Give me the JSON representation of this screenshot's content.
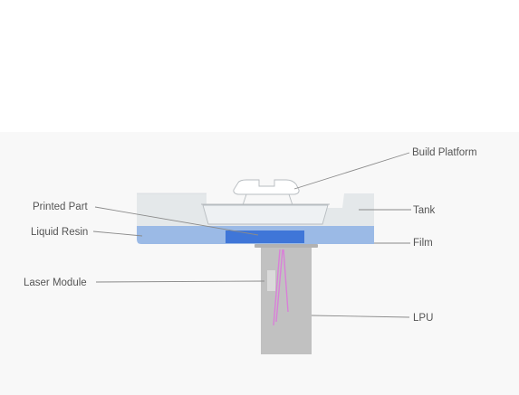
{
  "diagram": {
    "labels": {
      "build_platform": "Build Platform",
      "tank": "Tank",
      "printed_part": "Printed Part",
      "liquid_resin": "Liquid Resin",
      "film": "Film",
      "laser_module": "Laser Module",
      "lpu": "LPU"
    },
    "colors": {
      "background_band": "#f8f8f8",
      "tank": "#e4e8ea",
      "resin": "#9bbae6",
      "printed_part": "#3f76d8",
      "platform": "#ffffff",
      "platform_outline": "#b7bcc0",
      "lpu": "#c1c1c1",
      "laser_module": "#dadada",
      "laser_beam": "#d980d8",
      "text": "#555555",
      "leader_line": "#8a8a8a"
    }
  }
}
